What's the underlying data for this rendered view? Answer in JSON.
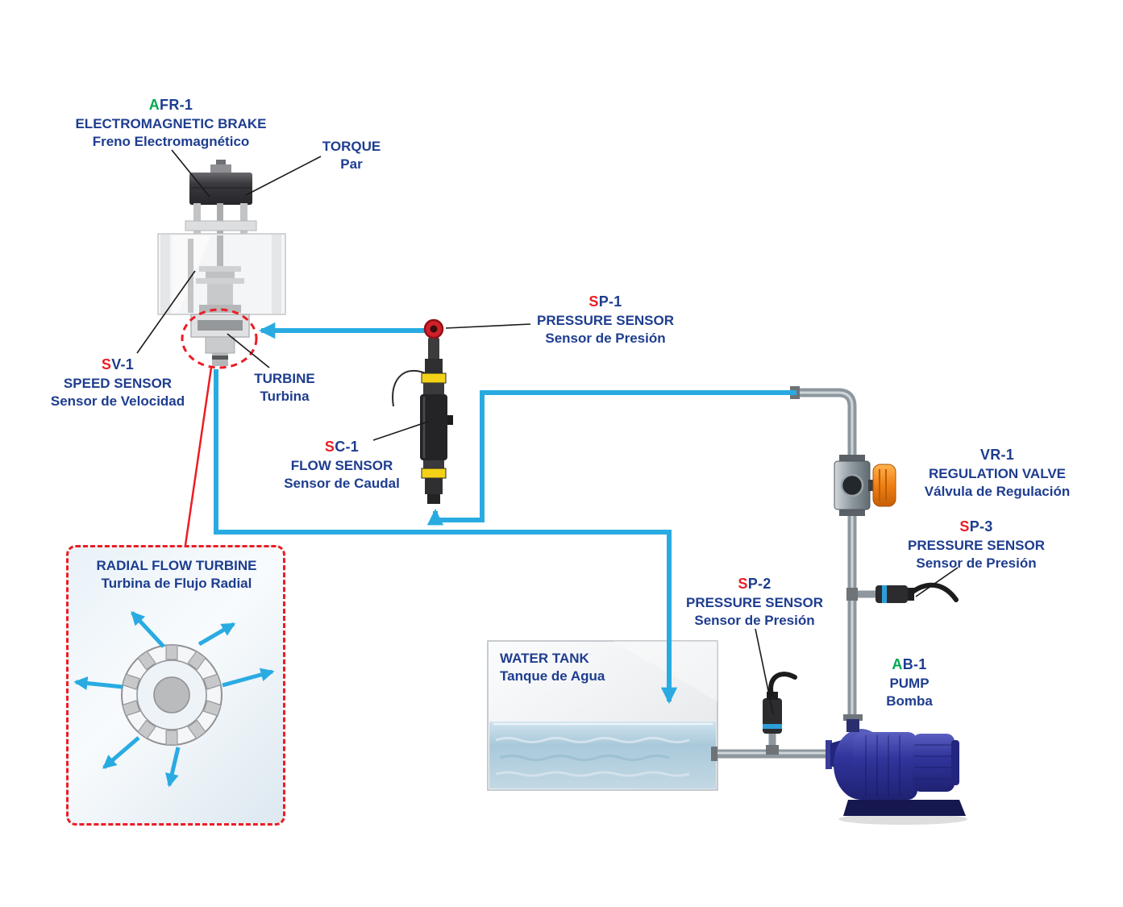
{
  "colors": {
    "label_navy": "#1e3d8f",
    "accent_red": "#ed1c24",
    "accent_green": "#00a651",
    "pipe_blue": "#29abe2"
  },
  "labels": {
    "afr1": {
      "code_prefix": "A",
      "code_rest": "FR-1",
      "line_en": "ELECTROMAGNETIC BRAKE",
      "line_es": "Freno Electromagnético"
    },
    "torque": {
      "line_en": "TORQUE",
      "line_es": "Par"
    },
    "sv1": {
      "code_prefix": "S",
      "code_rest": "V-1",
      "line_en": "SPEED SENSOR",
      "line_es": "Sensor de Velocidad"
    },
    "turbine": {
      "line_en": "TURBINE",
      "line_es": "Turbina"
    },
    "sp1": {
      "code_prefix": "S",
      "code_rest": "P-1",
      "line_en": "PRESSURE SENSOR",
      "line_es": "Sensor de Presión"
    },
    "sc1": {
      "code_prefix": "S",
      "code_rest": "C-1",
      "line_en": "FLOW SENSOR",
      "line_es": "Sensor de Caudal"
    },
    "vr1": {
      "code": "VR-1",
      "line_en": "REGULATION VALVE",
      "line_es": "Válvula de Regulación"
    },
    "sp3": {
      "code_prefix": "S",
      "code_rest": "P-3",
      "line_en": "PRESSURE SENSOR",
      "line_es": "Sensor de Presión"
    },
    "sp2": {
      "code_prefix": "S",
      "code_rest": "P-2",
      "line_en": "PRESSURE SENSOR",
      "line_es": "Sensor de Presión"
    },
    "water_tank": {
      "line_en": "WATER TANK",
      "line_es": "Tanque de Agua"
    },
    "ab1": {
      "code_prefix": "A",
      "code_rest": "B-1",
      "line_en": "PUMP",
      "line_es": "Bomba"
    },
    "inset": {
      "line_en": "RADIAL FLOW TURBINE",
      "line_es": "Turbina de Flujo Radial"
    }
  }
}
